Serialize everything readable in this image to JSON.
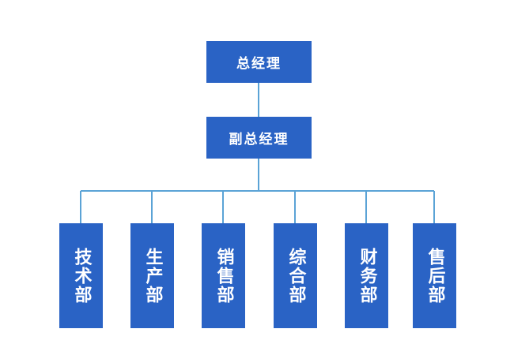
{
  "org": {
    "general_manager": "总经理",
    "deputy_general_manager": "副总经理",
    "departments": [
      {
        "label": "技术部"
      },
      {
        "label": "生产部"
      },
      {
        "label": "销售部"
      },
      {
        "label": "综合部"
      },
      {
        "label": "财务部"
      },
      {
        "label": "售后部"
      }
    ]
  },
  "colors": {
    "node_fill": "#2a63c5",
    "connector": "#5ba3d6",
    "text": "#ffffff",
    "background": "#ffffff"
  }
}
